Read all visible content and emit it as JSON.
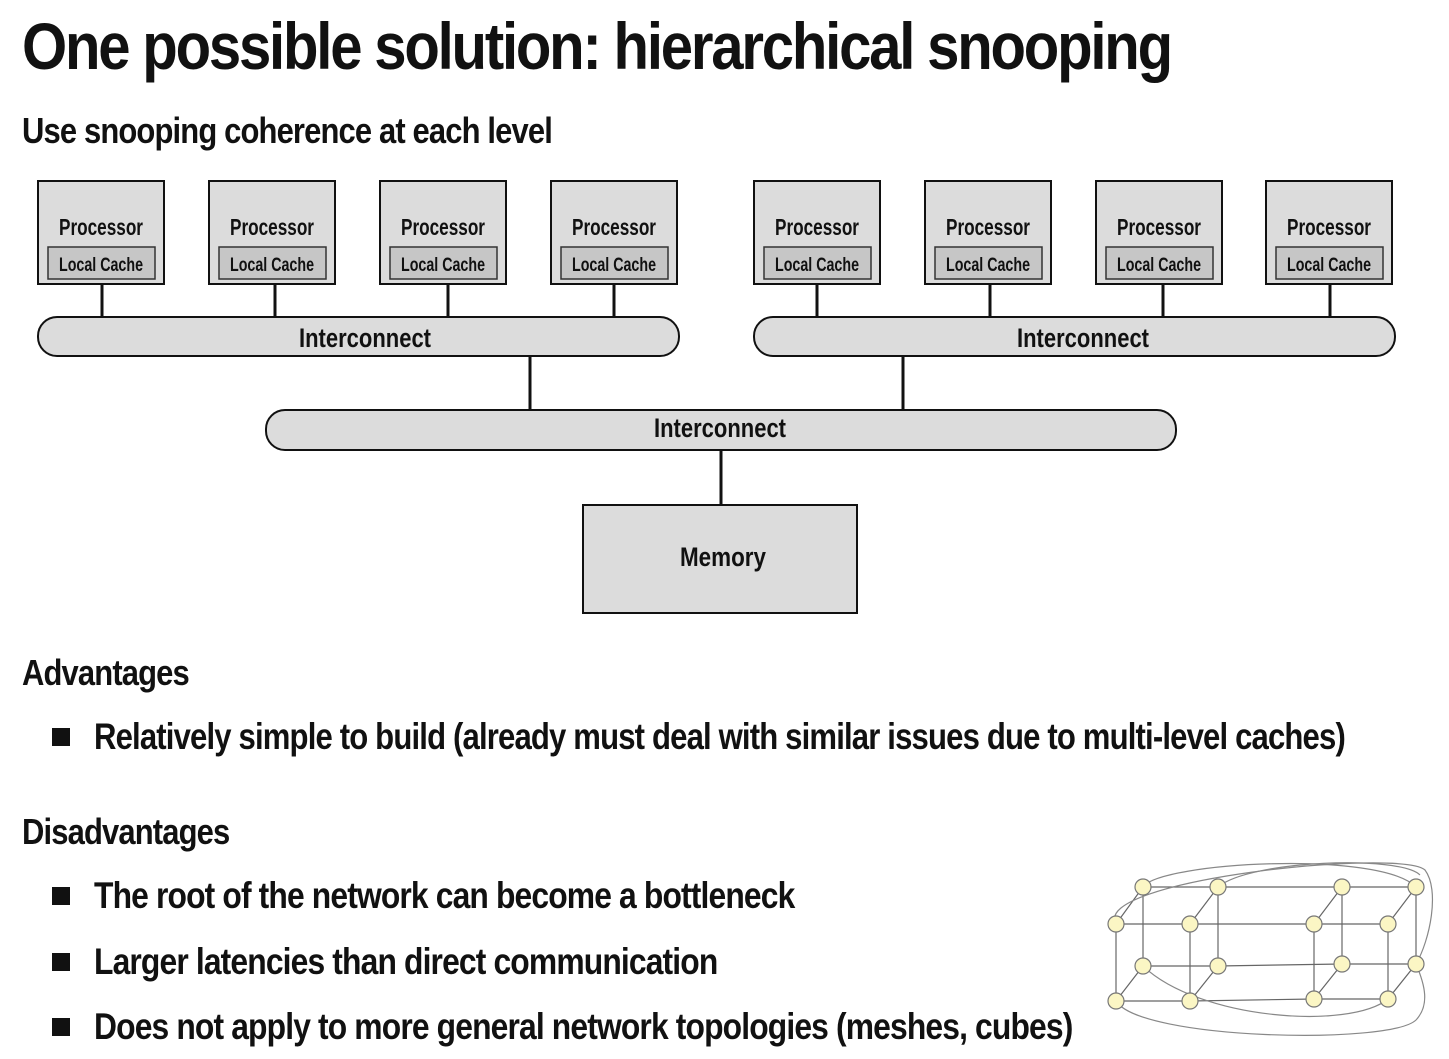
{
  "title": "One possible solution: hierarchical snooping",
  "subtitle": "Use snooping coherence at each level",
  "diagram": {
    "processor_label": "Processor",
    "cache_label": "Local Cache",
    "interconnect_left": "Interconnect",
    "interconnect_right": "Interconnect",
    "interconnect_root": "Interconnect",
    "memory_label": "Memory",
    "colors": {
      "fill": "#dcdcdc",
      "stroke": "#111111",
      "cache_fill": "#c6c6c6",
      "node_fill": "#fbf6c4",
      "mesh_line": "#666666"
    }
  },
  "advantages": {
    "heading": "Advantages",
    "items": [
      "Relatively simple to build (already must deal with similar issues due to multi-level caches)"
    ]
  },
  "disadvantages": {
    "heading": "Disadvantages",
    "items": [
      "The root of the network can become a bottleneck",
      "Larger latencies than direct communication",
      "Does not apply to more general network topologies (meshes, cubes)"
    ]
  }
}
